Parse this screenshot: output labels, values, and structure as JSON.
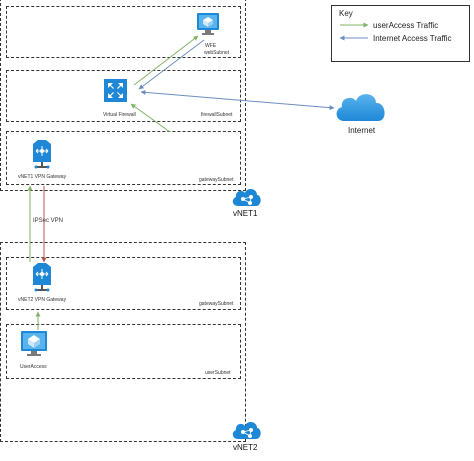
{
  "key": {
    "title": "Key",
    "items": [
      {
        "label": "userAccess Traffic",
        "color": "#82b366"
      },
      {
        "label": "Internet Access Traffic",
        "color": "#6c8ebf"
      }
    ]
  },
  "vnet1": {
    "label": "vNET1",
    "subnets": {
      "web": {
        "node_label": "WFE",
        "subnet_label": "webSubnet"
      },
      "firewall": {
        "node_label": "Virtual Firewall",
        "subnet_label": "firewallSubnet"
      },
      "gateway": {
        "node_label": "vNET1 VPN Gateway",
        "subnet_label": "gatewaySubnet"
      }
    }
  },
  "vnet2": {
    "label": "vNET2",
    "subnets": {
      "gateway": {
        "node_label": "vNET2 VPN Gateway",
        "subnet_label": "gatewaySubnet"
      },
      "user": {
        "node_label": "UserAccess",
        "subnet_label": "userSubnet"
      }
    }
  },
  "internet": {
    "label": "Internet"
  },
  "links": {
    "ipsec_label": "IPSec VPN"
  },
  "colors": {
    "azure_blue": "#1e88d6",
    "azure_light": "#59b4ee",
    "user_traffic": "#82b366",
    "internet_traffic": "#6c8ebf",
    "vpn_link": "#b85450"
  },
  "icons": {
    "vm": "virtual-machine-icon",
    "firewall": "firewall-icon",
    "gateway": "vpn-gateway-icon",
    "vnet": "virtual-network-icon",
    "cloud": "cloud-icon"
  }
}
